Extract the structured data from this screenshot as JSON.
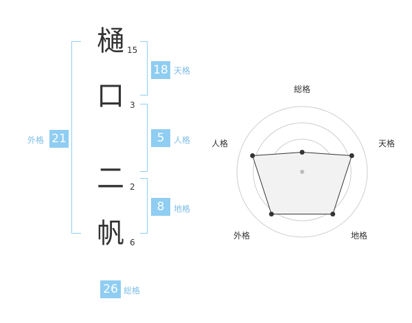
{
  "name_chars": [
    {
      "char": "樋",
      "strokes": "15"
    },
    {
      "char": "口",
      "strokes": "3"
    },
    {
      "char": "二",
      "strokes": "2"
    },
    {
      "char": "帆",
      "strokes": "6"
    }
  ],
  "fortunes": {
    "tenkaku": {
      "value": "18",
      "label": "天格"
    },
    "jinkaku": {
      "value": "5",
      "label": "人格"
    },
    "chikaku": {
      "value": "8",
      "label": "地格"
    },
    "gaikaku": {
      "value": "21",
      "label": "外格"
    },
    "soukaku": {
      "value": "26",
      "label": "総格"
    }
  },
  "radar": {
    "axes": [
      "総格",
      "天格",
      "地格",
      "外格",
      "人格"
    ],
    "values": [
      0.3,
      0.8,
      0.8,
      0.8,
      0.8
    ],
    "rings": 4,
    "colors": {
      "ring": "#cccccc",
      "fill": "#f2f2f2",
      "stroke": "#333333",
      "point": "#333333",
      "center": "#bbbbbb"
    }
  },
  "colors": {
    "badge": "#8fcdf2",
    "label": "#7dbde9",
    "text": "#333333"
  }
}
